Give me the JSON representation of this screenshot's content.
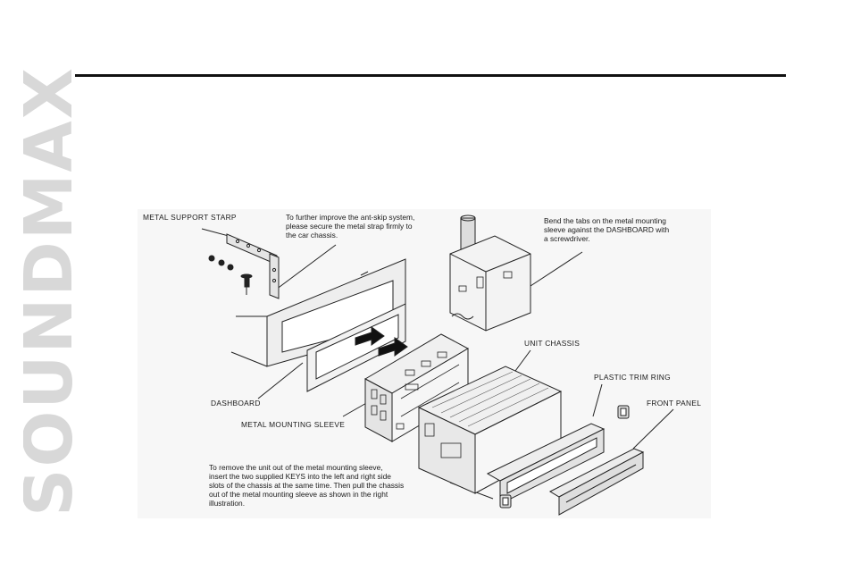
{
  "brand": "SOUNDMAX",
  "figure": {
    "labels": {
      "metal_support_strap": "METAL SUPPORT STARP",
      "dashboard": "DASHBOARD",
      "metal_mounting_sleeve": "METAL MOUNTING SLEEVE",
      "unit_chassis": "UNIT CHASSIS",
      "plastic_trim_ring": "PLASTIC TRIM RING",
      "front_panel": "FRONT PANEL"
    },
    "notes": {
      "anti_skip": [
        "To further improve the ant-skip system,",
        "please secure the metal strap firmly to",
        "the car chassis."
      ],
      "bend_tabs": [
        "Bend the tabs on the metal mounting",
        "sleeve against the DASHBOARD with",
        "a screwdriver."
      ],
      "remove_unit": [
        "To remove the unit out of the metal mounting sleeve,",
        "insert the two supplied KEYS into the left and right side",
        "slots of the chassis at the same time. Then pull the chassis",
        "out of the metal mounting sleeve as shown in the right",
        "illustration."
      ]
    }
  },
  "colors": {
    "brand": "#d8d8d8",
    "rule": "#111111",
    "line_art": "#222222"
  }
}
